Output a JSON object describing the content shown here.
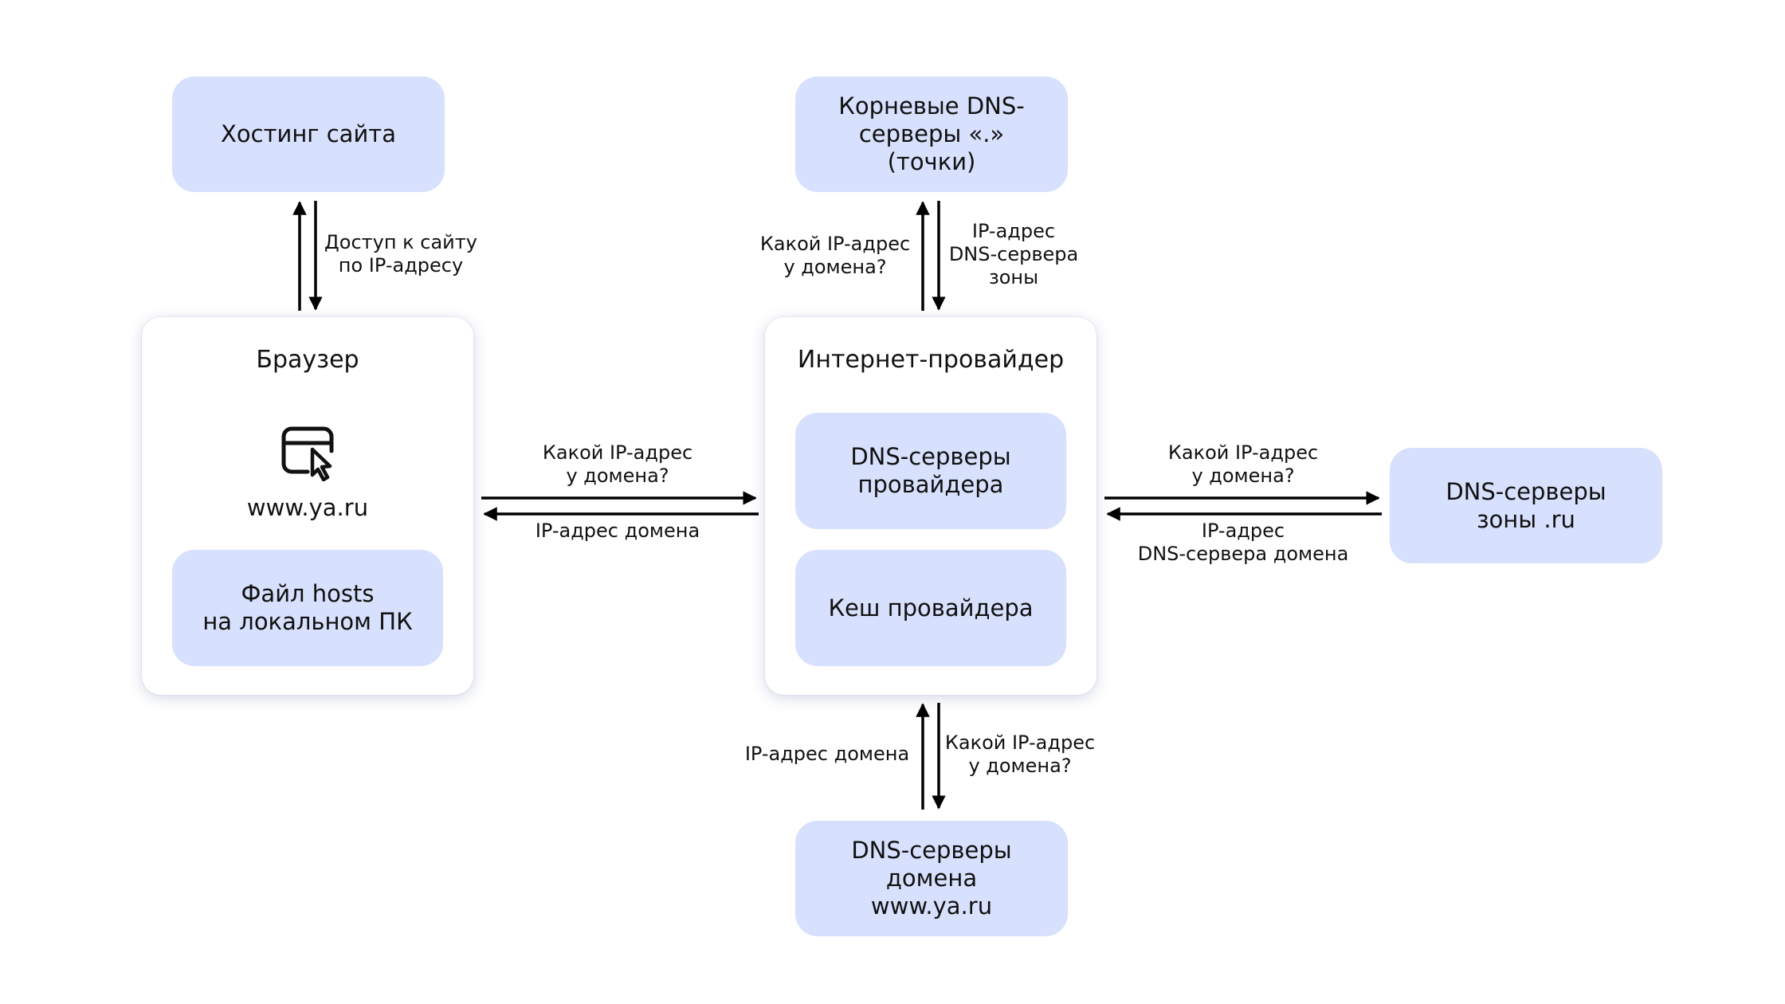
{
  "nodes": {
    "hosting": "Хостинг сайта",
    "root_dns": "Корневые DNS-\nсерверы «.»\n(точки)",
    "browser_title": "Браузер",
    "browser_url": "www.ya.ru",
    "hosts_file": "Файл hosts\nна локальном ПК",
    "isp_title": "Интернет-провайдер",
    "isp_dns": "DNS-серверы\nпровайдера",
    "isp_cache": "Кеш провайдера",
    "zone_dns": "DNS-серверы\nзоны .ru",
    "domain_dns": "DNS-серверы\nдомена\nwww.ya.ru"
  },
  "icons": {
    "browser": "browser-window-cursor-icon"
  },
  "edges": {
    "hosting_access": "Доступ к сайту\nпо IP-адресу",
    "root_query": "Какой IP-адрес\nу домена?",
    "root_answer": "IP-адрес\nDNS-сервера\nзоны",
    "browser_query": "Какой IP-адрес\nу домена?",
    "browser_answer": "IP-адрес домена",
    "zone_query": "Какой IP-адрес\nу домена?",
    "zone_answer": "IP-адрес\nDNS-сервера домена",
    "domain_answer": "IP-адрес домена",
    "domain_query": "Какой IP-адрес\nу домена?"
  },
  "colors": {
    "box_fill": "#d7e0fc",
    "panel_fill": "#ffffff",
    "arrow": "#000000"
  }
}
